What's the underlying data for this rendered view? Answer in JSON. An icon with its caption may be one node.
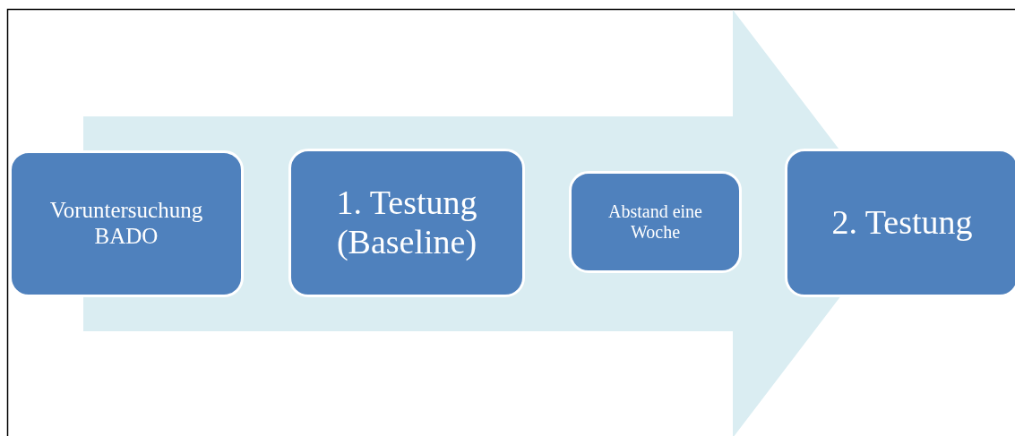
{
  "diagram": {
    "nodes": [
      {
        "text": [
          "Voruntersuchung BADO"
        ]
      },
      {
        "text": [
          "1. Testung (Baseline)"
        ]
      },
      {
        "text": [
          "Abstand eine Woche"
        ]
      },
      {
        "text": [
          "2. Testung"
        ]
      }
    ],
    "edges": [
      {
        "from": 0,
        "to": 3,
        "arrow": "to"
      }
    ]
  }
}
